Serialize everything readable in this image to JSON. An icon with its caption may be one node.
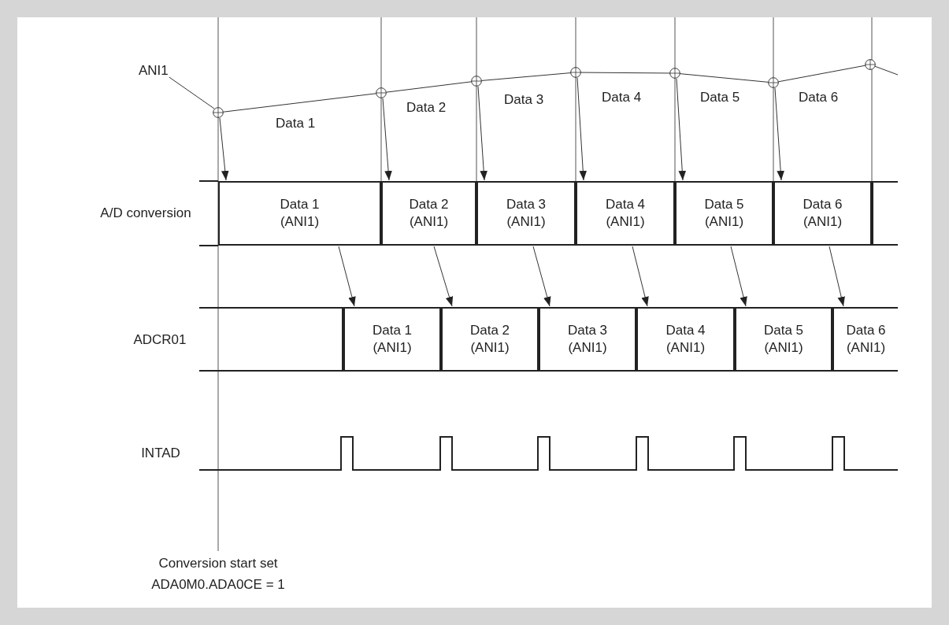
{
  "diagram": {
    "nodes": [
      {
        "text": [
          "ANI1"
        ]
      },
      {
        "text": [],
        "shape": "circle"
      },
      {
        "text": [],
        "shape": "circle"
      },
      {
        "text": [],
        "shape": "circle"
      },
      {
        "text": [],
        "shape": "circle"
      },
      {
        "text": [],
        "shape": "circle"
      },
      {
        "text": [],
        "shape": "circle"
      },
      {
        "text": [],
        "shape": "circle"
      },
      {
        "text": [
          "Data 1 (ANI1)"
        ]
      },
      {
        "text": [
          "Data 2 (ANI1)"
        ]
      },
      {
        "text": [
          "Data 3 (ANI1)"
        ]
      },
      {
        "text": [
          "Data 4 (ANI1)"
        ]
      },
      {
        "text": [
          "Data 5 (ANI1)"
        ]
      },
      {
        "text": [
          "Data 6 (ANI1)"
        ]
      },
      {
        "text": [],
        "shape": "box"
      },
      {
        "text": [],
        "shape": "box"
      },
      {
        "text": [
          "Data 1 (ANI1)"
        ]
      },
      {
        "text": [
          "Data 2 (ANI1)"
        ]
      },
      {
        "text": [
          "Data 3 (ANI1)"
        ]
      },
      {
        "text": [
          "Data 4 (ANI1)"
        ]
      },
      {
        "text": [
          "Data 5 (ANI1)"
        ]
      },
      {
        "text": [
          "Data 6 (ANI1)"
        ]
      }
    ],
    "edges": [
      {
        "from": 0,
        "to": 1,
        "arrow": "none"
      },
      {
        "from": 1,
        "to": 8,
        "arrow": "to"
      },
      {
        "from": 2,
        "to": 9,
        "arrow": "to"
      },
      {
        "from": 3,
        "to": 10,
        "arrow": "to"
      },
      {
        "from": 4,
        "to": 11,
        "arrow": "to"
      },
      {
        "from": 5,
        "to": 12,
        "arrow": "to"
      },
      {
        "from": 6,
        "to": 13,
        "arrow": "to"
      },
      {
        "from": 8,
        "to": 16,
        "arrow": "to"
      },
      {
        "from": 9,
        "to": 17,
        "arrow": "to"
      },
      {
        "from": 10,
        "to": 18,
        "arrow": "to"
      },
      {
        "from": 11,
        "to": 19,
        "arrow": "to"
      },
      {
        "from": 12,
        "to": 20,
        "arrow": "to"
      },
      {
        "from": 13,
        "to": 21,
        "arrow": "to"
      }
    ],
    "labels": [
      "Data 1",
      "Data 2",
      "Data 3",
      "Data 4",
      "Data 5",
      "Data 6",
      "A/D conversion",
      "ADCR01",
      "INTAD",
      "Conversion start set ADA0M0.ADA0CE = 1"
    ]
  }
}
